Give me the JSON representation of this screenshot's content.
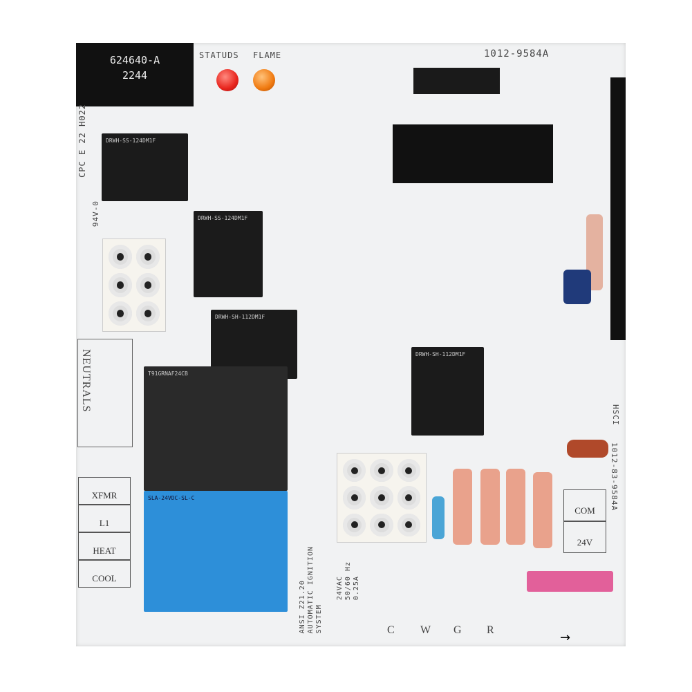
{
  "label": {
    "part_number": "624640-A",
    "date_code": "2244"
  },
  "leds": {
    "status_label": "STATUDS",
    "flame_label": "FLAME",
    "status_color": "#e8241c",
    "flame_color": "#f07a10"
  },
  "board_number": "1012-9584A",
  "side_marking": "CPC E 22 H022",
  "rating_marking": "94V-0",
  "neutrals_label": "NEUTRALS",
  "left_terminals": [
    "XFMR",
    "L1",
    "HEAT",
    "COOL"
  ],
  "right_terminals": [
    "COM",
    "24V"
  ],
  "thermostat_terminals": [
    "C",
    "W",
    "G",
    "R"
  ],
  "relays": [
    {
      "text": "DRWH-SS-124DM1F"
    },
    {
      "text": "DRWH-SS-124DM1F"
    },
    {
      "text": "DRWH-SH-112DM1F"
    },
    {
      "text": "DRWH-SH-112DM1F"
    },
    {
      "text": "T91GRNAF24CB"
    },
    {
      "text": "SLA-24VDC-SL-C"
    }
  ],
  "ansi_text": [
    "ANSI Z21.20",
    "AUTOMATIC IGNITION",
    "SYSTEM"
  ],
  "rating_text": [
    "24VAC",
    "50/60 Hz",
    "0.25A"
  ],
  "right_side_number": "1012-83-9584A",
  "hsci_label": "HSCI",
  "colors": {
    "board": "#f1f2f3",
    "relay_blue": "#2d8fd9",
    "fuse_pink": "#e2609a",
    "resistor_pink": "#e9a28c"
  }
}
